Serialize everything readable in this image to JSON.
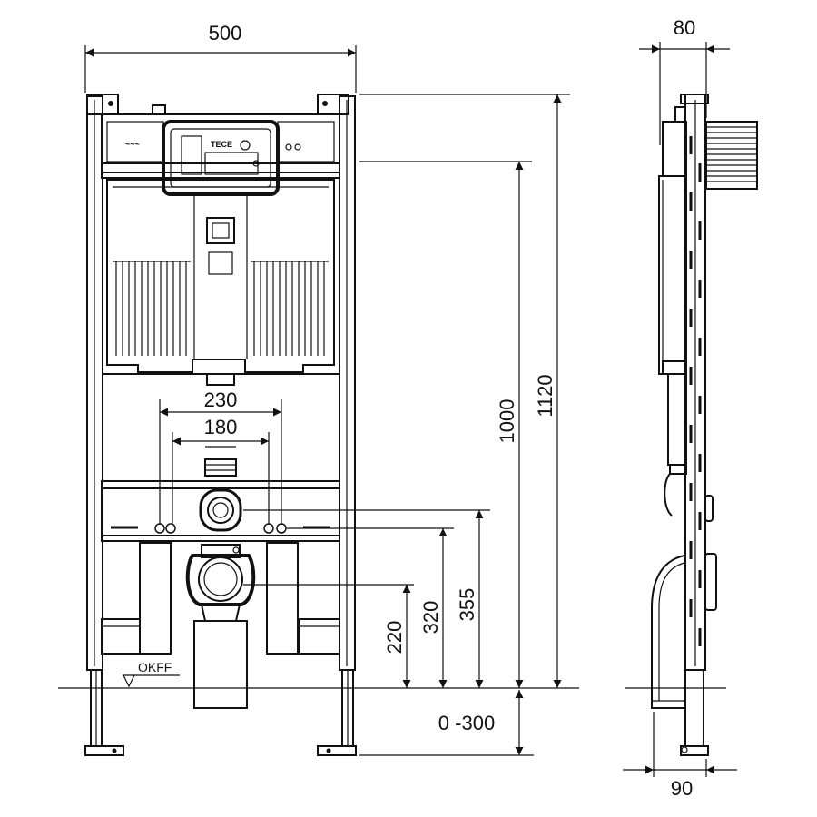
{
  "dimensions": {
    "width_500": "500",
    "depth_80": "80",
    "depth_90": "90",
    "height_1120": "1120",
    "height_1000": "1000",
    "span_230": "230",
    "span_180": "180",
    "height_355": "355",
    "height_320": "320",
    "height_220": "220",
    "range_0_300": "0 -300"
  },
  "labels": {
    "floor_level": "OKFF",
    "brand": "TECE"
  }
}
